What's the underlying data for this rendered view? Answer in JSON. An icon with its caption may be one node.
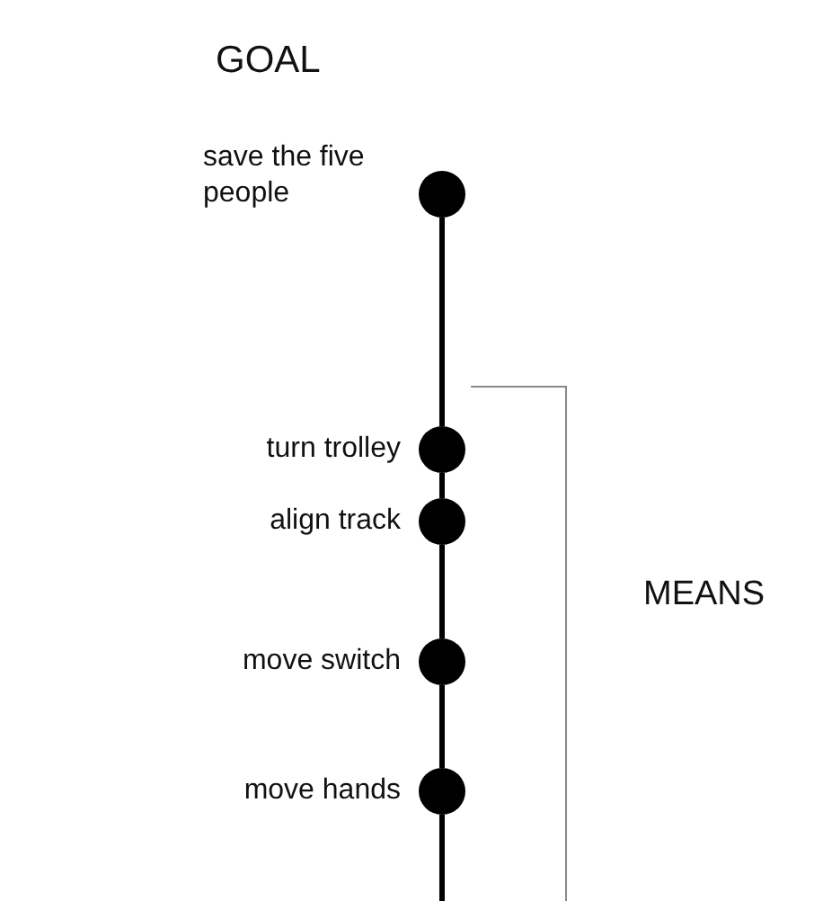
{
  "diagram": {
    "title": "GOAL",
    "nodes": [
      {
        "text": [],
        "shape": "circle",
        "beside": [
          "save the five people"
        ]
      },
      {
        "text": [],
        "shape": "circle",
        "beside": [
          "turn trolley"
        ]
      },
      {
        "text": [],
        "shape": "circle",
        "beside": [
          "align track"
        ]
      },
      {
        "text": [],
        "shape": "circle",
        "beside": [
          "move switch"
        ]
      },
      {
        "text": [],
        "shape": "circle",
        "beside": [
          "move hands"
        ]
      }
    ],
    "edges": [
      {
        "from": 0,
        "to": 1,
        "arrow": "none"
      },
      {
        "from": 1,
        "to": 2,
        "arrow": "none"
      },
      {
        "from": 2,
        "to": 3,
        "arrow": "none"
      },
      {
        "from": 3,
        "to": 4,
        "arrow": "none"
      },
      {
        "from": 4,
        "to": null,
        "arrow": "none"
      }
    ],
    "labels": [
      "MEANS"
    ]
  }
}
